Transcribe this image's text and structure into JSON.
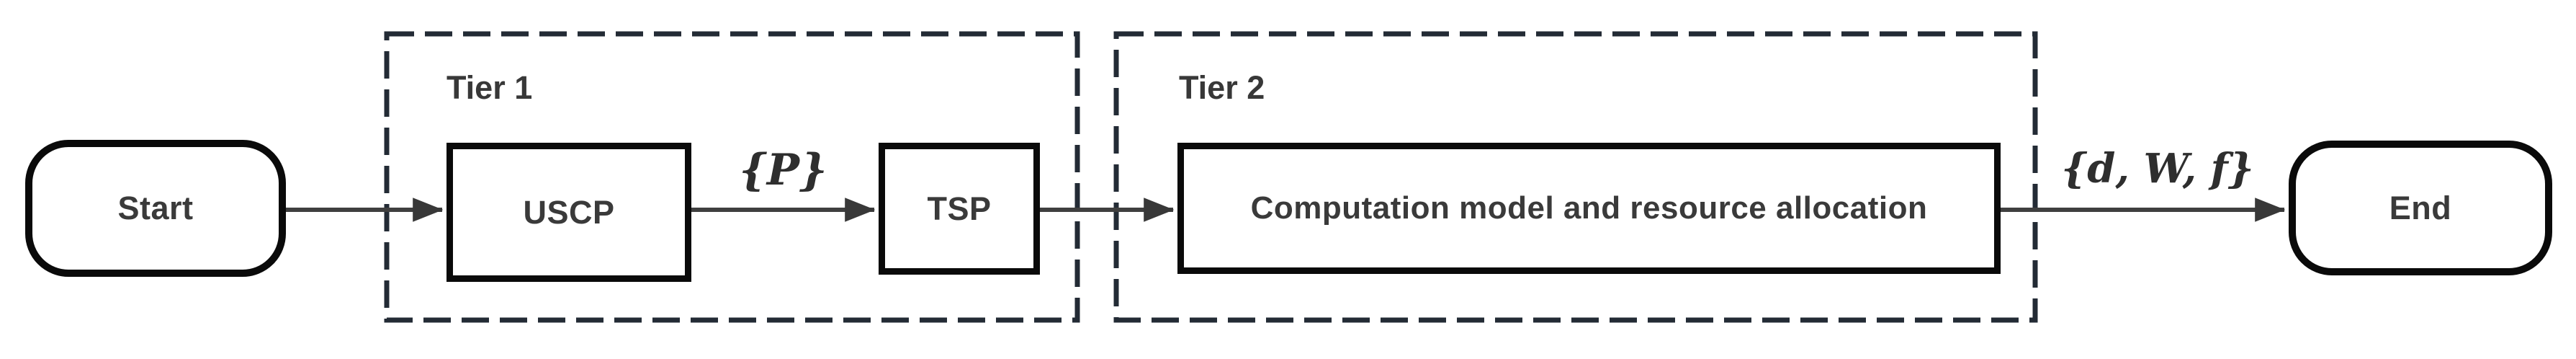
{
  "flowchart": {
    "start_label": "Start",
    "end_label": "End",
    "tier1": {
      "title": "Tier 1",
      "uscp_label": "USCP",
      "tsp_label": "TSP"
    },
    "tier2": {
      "title": "Tier 2",
      "computation_label": "Computation model and resource allocation"
    },
    "edge_labels": {
      "uscp_to_tsp": "{P}",
      "computation_to_end": "{d, W, f}"
    },
    "colors": {
      "solid_border": "#0a0a0a",
      "dashed_border": "#232b35",
      "arrow": "#3f3f3f",
      "label_text": "#3a3a3a"
    }
  }
}
